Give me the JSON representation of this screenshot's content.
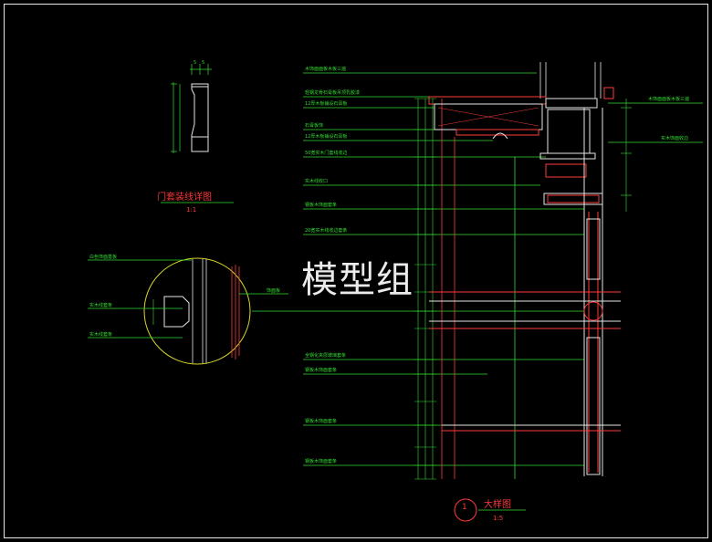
{
  "watermark": "模型组",
  "profile_detail": {
    "title": "门套装线详图",
    "scale": "1:1"
  },
  "section_detail": {
    "title": "大样图",
    "number": "1",
    "scale": "1:5"
  },
  "circle_callouts": [
    "白色饰面基板",
    "实木线套条",
    "实木线套条"
  ],
  "circle_right_label": "饰面板",
  "left_labels": [
    "木饰面面板木板三遍",
    "轻钢龙骨石膏板吊顶乳胶漆",
    "12厚木板铺设石膏板",
    "石膏板饰",
    "12厚木板铺设石膏板",
    "50宽实木门套线收边",
    "实木线收口",
    "钢板木饰面套条",
    "20宽实木线收边套条",
    "全钢化夹层玻璃套条",
    "钢板木饰面套条",
    "钢板木饰面套条",
    "钢板木饰面套条"
  ],
  "right_labels": [
    "木饰面面板木板三遍",
    "实木饰面收边"
  ],
  "dims_small": [
    "5",
    "5"
  ],
  "colors": {
    "background": "#000000",
    "green": "#33dd33",
    "red": "#ff3b3b",
    "white": "#e6e6e6",
    "yellow": "#d8d82a"
  }
}
